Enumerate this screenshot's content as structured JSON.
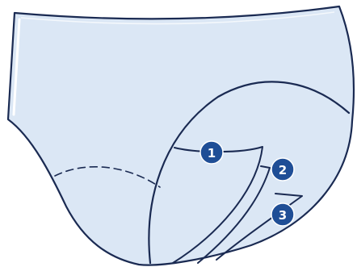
{
  "colors": {
    "garment_fill": "#dbe7f5",
    "outline": "#1a2a52",
    "highlight": "#ffffff",
    "marker_fill": "#1f4e96",
    "marker_text": "#ffffff"
  },
  "callouts": [
    {
      "id": "1",
      "label": "1"
    },
    {
      "id": "2",
      "label": "2"
    },
    {
      "id": "3",
      "label": "3"
    }
  ]
}
